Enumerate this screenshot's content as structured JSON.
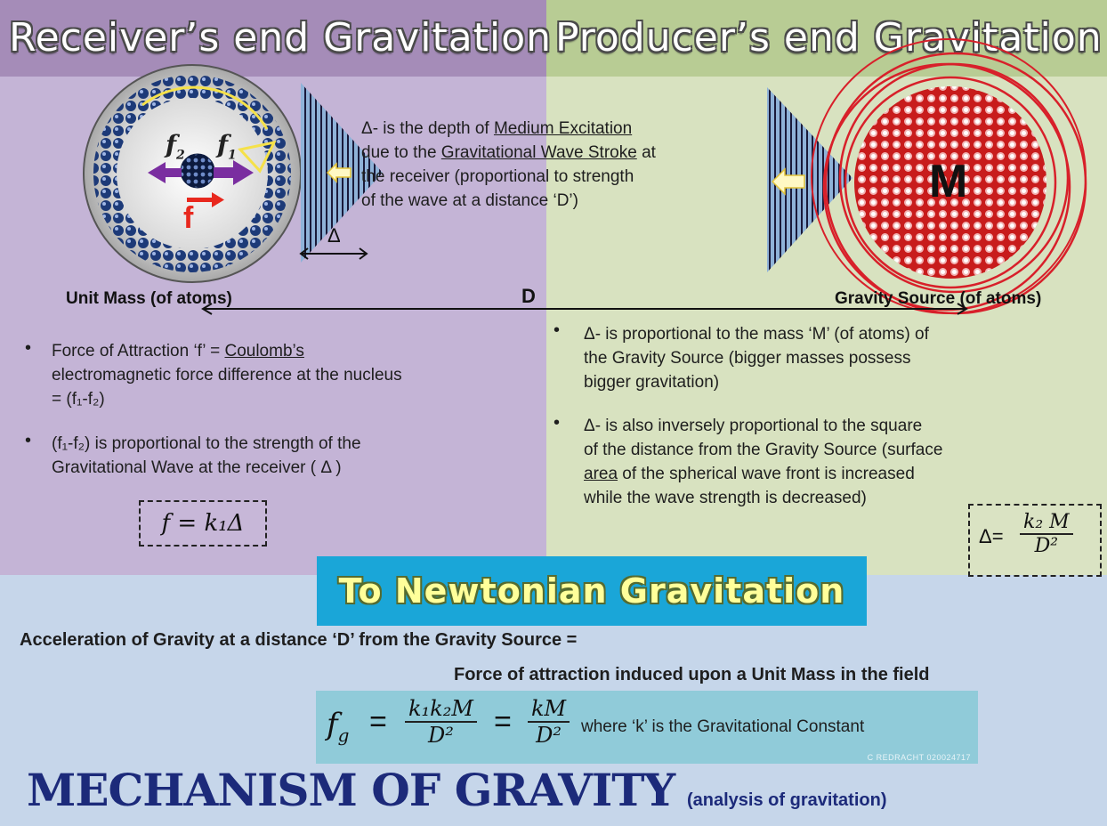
{
  "titles": {
    "receiver": "Receiver’s end Gravitation",
    "producer": "Producer’s end Gravitation",
    "newtonian": "To Newtonian Gravitation",
    "mechanism": "MECHANISM OF GRAVITY",
    "mechanism_sub": "(analysis of gravitation)"
  },
  "diagram": {
    "f2": "f",
    "f2_sub": "2",
    "f1": "f",
    "f1_sub": "1",
    "f_label": "f",
    "delta_label": "Δ",
    "unit_mass_label": "Unit Mass (of atoms)",
    "distance_label": "D",
    "gravity_source_label": "Gravity Source (of atoms)",
    "mass_label": "M"
  },
  "center_text": {
    "line1_pre": "Δ- is the depth of ",
    "line1_u": "Medium Excitation",
    "line2_pre": "due to the ",
    "line2_u": "Gravitational Wave Stroke",
    "line2_post": " at",
    "line3": "the receiver (proportional to strength",
    "line4": "of the wave at a distance ‘D’)"
  },
  "left_bullets": {
    "b1_pre": "Force of Attraction ‘f’ = ",
    "b1_u": "Coulomb’s",
    "b1_line2": "electromagnetic force difference at the nucleus",
    "b1_line3": "= (f₁-f₂)",
    "b2_line1": "(f₁-f₂) is proportional to the strength of the",
    "b2_line2": "Gravitational Wave at the receiver ( Δ )",
    "formula": "f = k₁Δ"
  },
  "right_bullets": {
    "b1_line1": "Δ- is proportional to the mass ‘M’ (of atoms) of",
    "b1_line2": "the Gravity Source (bigger masses possess",
    "b1_line3": "bigger gravitation)",
    "b2_line1": "Δ- is also inversely proportional to the square",
    "b2_line2": "of the distance from the Gravity Source (surface",
    "b2_line3_u": "area",
    "b2_line3_post": " of the spherical wave front is increased",
    "b2_line4": "while the wave strength is decreased)",
    "formula_lhs": "Δ=",
    "formula_num": "k₂ M",
    "formula_den": "D²"
  },
  "bottom": {
    "line1": "Acceleration of Gravity at a distance ‘D’ from the Gravity Source =",
    "line2": "Force of attraction induced upon a Unit Mass in the field",
    "eq_lhs": "f",
    "eq_lhs_sub": "g",
    "eq_eq1": "=",
    "eq_num1": "k₁k₂M",
    "eq_den1": "D²",
    "eq_eq2": "=",
    "eq_num2": "kM",
    "eq_den2": "D²",
    "eq_where": "where ‘k’ is the Gravitational Constant",
    "credit": "C REDRACHT 020024717"
  },
  "colors": {
    "receiver_title_bg": "#a58cb8",
    "receiver_bg": "#c4b4d6",
    "producer_title_bg": "#b8cc94",
    "producer_bg": "#d8e2c0",
    "bottom_bg": "#c6d6ea",
    "newtonian_box": "#1aa6d8",
    "formula_box": "#90cbd9",
    "mechanism_text": "#1c2a7a",
    "arrow_purple": "#7a2ea0",
    "arrow_red": "#e8281e",
    "source_red": "#cc2020"
  }
}
